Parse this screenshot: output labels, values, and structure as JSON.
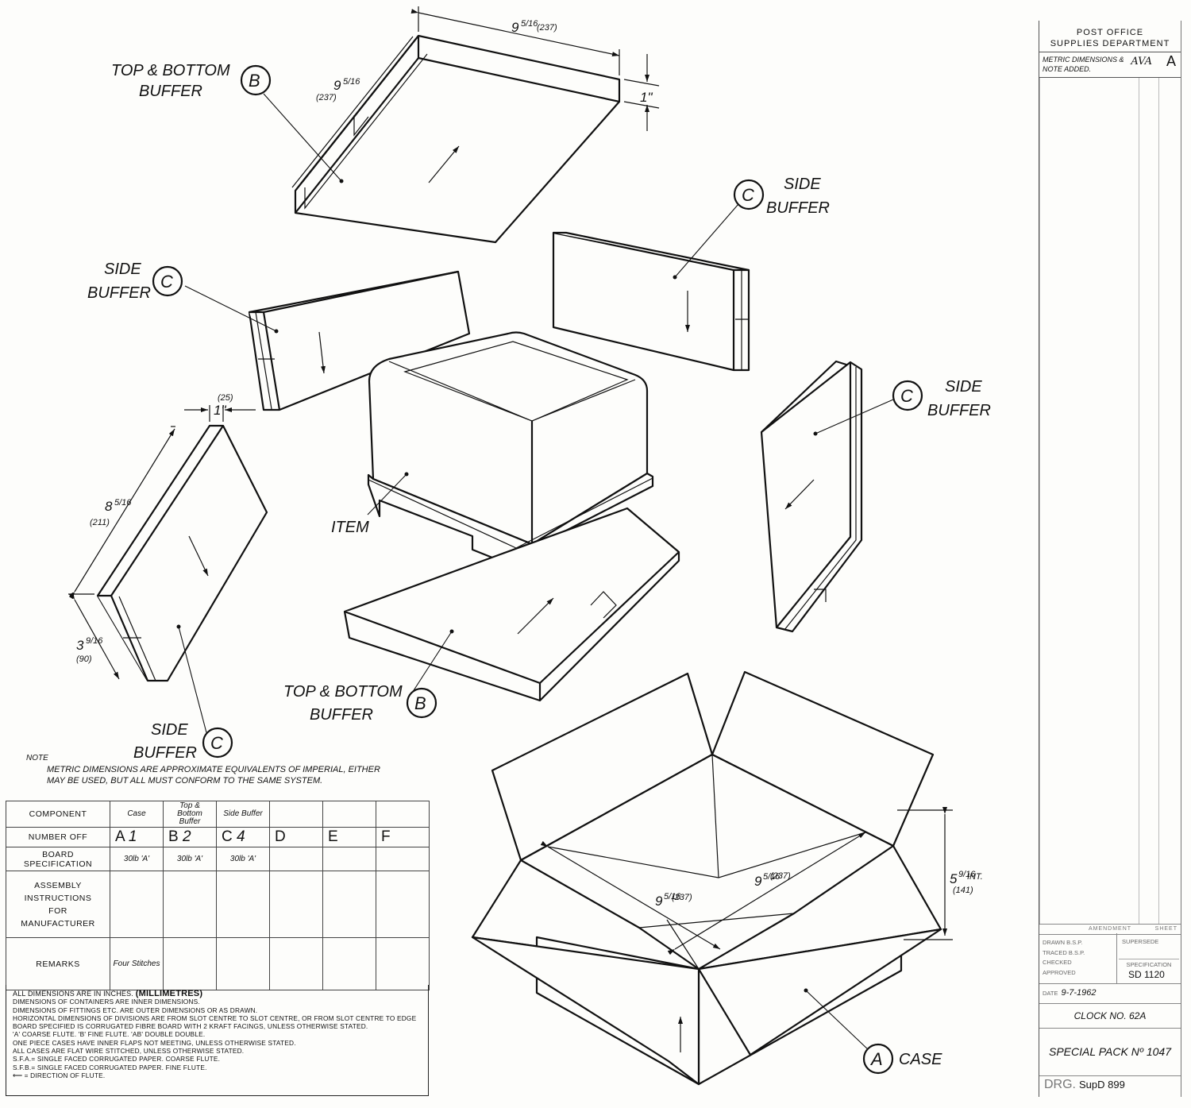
{
  "labels": {
    "top_bottom_buffer": "TOP & BOTTOM",
    "buffer": "BUFFER",
    "side": "SIDE",
    "item": "ITEM",
    "case": "CASE",
    "callout_a": "A",
    "callout_b": "B",
    "callout_c": "C"
  },
  "dimensions": {
    "top_width": "9",
    "top_width_frac": "5/16",
    "top_width_mm": "(237)",
    "top_depth": "9",
    "top_depth_frac": "5/16",
    "top_depth_mm": "(237)",
    "top_thickness": "1\"",
    "side_thickness": "1\"",
    "side_thickness_mm": "(25)",
    "side_length": "8",
    "side_length_frac": "5/16",
    "side_length_mm": "(211)",
    "side_height": "3",
    "side_height_frac": "9/16",
    "side_height_mm": "(90)",
    "case_width": "9",
    "case_width_frac": "5/16",
    "case_width_mm": "(237)",
    "case_depth": "9",
    "case_depth_frac": "5/16",
    "case_depth_mm": "(237)",
    "case_height": "5",
    "case_height_frac": "9/16",
    "case_height_int": "INT.",
    "case_height_mm": "(141)"
  },
  "note": {
    "heading": "NOTE",
    "text": "METRIC DIMENSIONS ARE APPROXIMATE EQUIVALENTS OF IMPERIAL, EITHER MAY BE USED, BUT ALL MUST CONFORM TO THE SAME SYSTEM."
  },
  "component_table": {
    "component_header": "COMPONENT",
    "number_off_header": "NUMBER OFF",
    "board_spec_header": "BOARD SPECIFICATION",
    "assembly_header": "ASSEMBLY INSTRUCTIONS FOR MANUFACTURER",
    "remarks_header": "REMARKS",
    "columns": [
      {
        "name": "Case",
        "letter": "A",
        "count": "1",
        "board": "30lb 'A'",
        "remarks": "Four Stitches"
      },
      {
        "name": "Top & Bottom Buffer",
        "letter": "B",
        "count": "2",
        "board": "30lb 'A'",
        "remarks": ""
      },
      {
        "name": "Side Buffer",
        "letter": "C",
        "count": "4",
        "board": "30lb 'A'",
        "remarks": ""
      },
      {
        "name": "",
        "letter": "D",
        "count": "",
        "board": "",
        "remarks": ""
      },
      {
        "name": "",
        "letter": "E",
        "count": "",
        "board": "",
        "remarks": ""
      },
      {
        "name": "",
        "letter": "F",
        "count": "",
        "board": "",
        "remarks": ""
      }
    ]
  },
  "general_notes": {
    "first": "ALL DIMENSIONS ARE IN INCHES.",
    "first_mm": "(MILLIMETRES)",
    "lines": [
      "DIMENSIONS OF CONTAINERS ARE INNER DIMENSIONS.",
      "DIMENSIONS OF FITTINGS ETC. ARE OUTER DIMENSIONS OR AS DRAWN.",
      "HORIZONTAL DIMENSIONS OF DIVISIONS ARE FROM SLOT CENTRE TO SLOT CENTRE, OR FROM SLOT CENTRE TO EDGE",
      "BOARD SPECIFIED IS CORRUGATED FIBRE BOARD WITH 2 KRAFT FACINGS, UNLESS OTHERWISE STATED.",
      "'A' COARSE FLUTE. 'B' FINE FLUTE. 'AB' DOUBLE DOUBLE.",
      "ONE PIECE CASES HAVE INNER FLAPS NOT MEETING, UNLESS OTHERWISE STATED.",
      "ALL CASES ARE FLAT WIRE STITCHED, UNLESS OTHERWISE STATED.",
      "S.F.A.= SINGLE FACED CORRUGATED PAPER. COARSE FLUTE.",
      "S.F.B.= SINGLE FACED CORRUGATED PAPER. FINE FLUTE."
    ],
    "arrow_note": "= DIRECTION OF FLUTE."
  },
  "title_block": {
    "org_line1": "POST OFFICE",
    "org_line2": "SUPPLIES DEPARTMENT",
    "amend_line1": "METRIC DIMENSIONS &",
    "amend_line2": "NOTE ADDED.",
    "amend_initials": "AVA",
    "amend_mark": "A",
    "amendment_header": "AMENDMENT",
    "sheet_header": "SHEET",
    "drawn": "DRAWN B.S.P.",
    "traced": "TRACED B.S.P.",
    "checked": "CHECKED",
    "approved": "APPROVED",
    "supersede": "SUPERSEDE",
    "specification": "SPECIFICATION",
    "spec_value": "SD 1120",
    "date_label": "DATE",
    "date_value": "9-7-1962",
    "clock": "CLOCK NO. 62A",
    "pack": "SPECIAL PACK Nº 1047",
    "drg_label": "DRG.",
    "drg_number": "SupD 899"
  }
}
